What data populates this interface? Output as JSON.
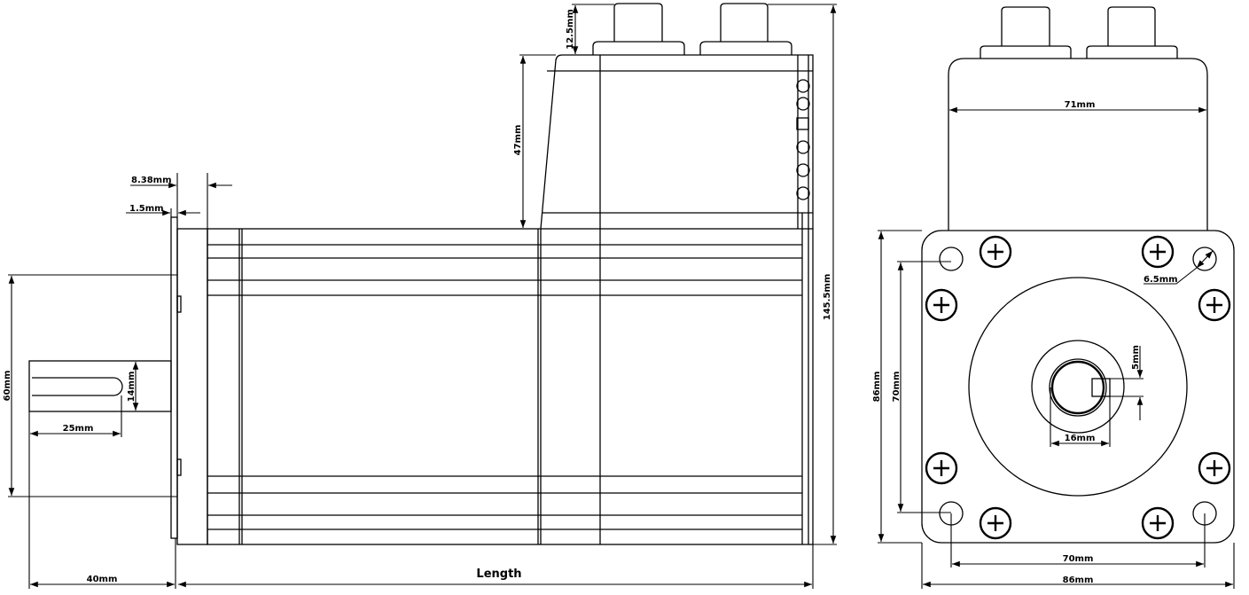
{
  "side_view": {
    "dims": {
      "connector_height": "12.5mm",
      "driver_height": "47mm",
      "total_height": "145.5mm",
      "flange_offset": "8.38mm",
      "flange_thickness": "1.5mm",
      "body_size": "60mm",
      "shaft_diameter": "14mm",
      "key_length": "25mm",
      "shaft_length": "40mm",
      "length": "Length"
    }
  },
  "front_view": {
    "dims": {
      "driver_width": "71mm",
      "flange_height": "86mm",
      "hole_spacing_v": "70mm",
      "hole_diameter": "6.5mm",
      "key_width": "5mm",
      "shaft_dia": "16mm",
      "hole_spacing_h": "70mm",
      "flange_width": "86mm"
    }
  }
}
